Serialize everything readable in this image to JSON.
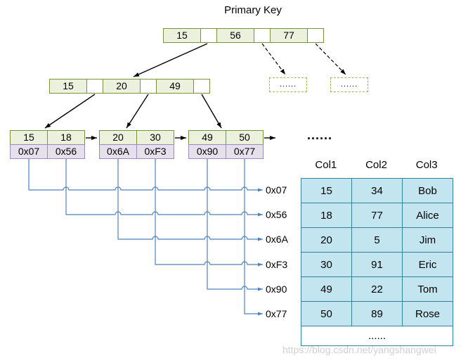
{
  "title": "Primary Key",
  "root": {
    "keys": [
      "15",
      "56",
      "77"
    ]
  },
  "internal": {
    "keys": [
      "15",
      "20",
      "49"
    ]
  },
  "dashed_nodes": [
    "......",
    "......"
  ],
  "leaves": [
    {
      "keys": [
        "15",
        "18"
      ],
      "pointers": [
        "0x07",
        "0x56"
      ]
    },
    {
      "keys": [
        "20",
        "30"
      ],
      "pointers": [
        "0x6A",
        "0xF3"
      ]
    },
    {
      "keys": [
        "49",
        "50"
      ],
      "pointers": [
        "0x90",
        "0x77"
      ]
    }
  ],
  "leaf_ellipsis": "......",
  "pointer_labels": [
    "0x07",
    "0x56",
    "0x6A",
    "0xF3",
    "0x90",
    "0x77"
  ],
  "table": {
    "headers": [
      "Col1",
      "Col2",
      "Col3"
    ],
    "rows": [
      [
        "15",
        "34",
        "Bob"
      ],
      [
        "18",
        "77",
        "Alice"
      ],
      [
        "20",
        "5",
        "Jim"
      ],
      [
        "30",
        "91",
        "Eric"
      ],
      [
        "49",
        "22",
        "Tom"
      ],
      [
        "50",
        "89",
        "Rose"
      ]
    ],
    "footer": "......"
  },
  "watermark": "https://blog.csdn.net/yangshangwei",
  "colors": {
    "node_fill": "#ebf1dd",
    "node_border": "#77933c",
    "addr_fill": "#e6e0ec",
    "addr_border": "#9a8cba",
    "dashed_border": "#9bbb59",
    "table_fill": "#c2e5ef",
    "table_border": "#31859b",
    "connector": "#4f81bd"
  }
}
